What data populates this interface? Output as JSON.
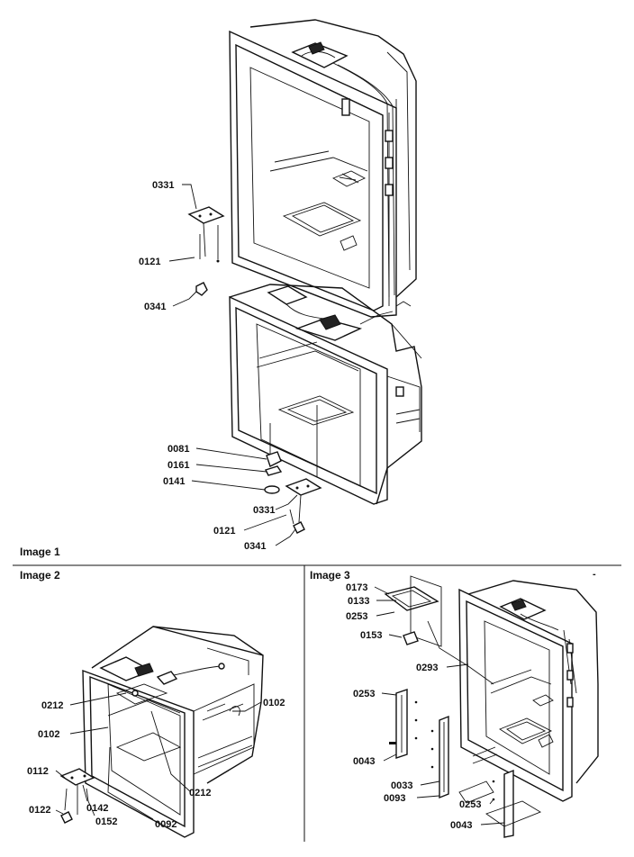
{
  "sections": {
    "image1": "Image 1",
    "image2": "Image 2",
    "image3": "Image 3"
  },
  "image1_labels": {
    "a0331_top": "0331",
    "a0121_top": "0121",
    "a0341_top": "0341",
    "a0081": "0081",
    "a0161": "0161",
    "a0141": "0141",
    "a0331_bot": "0331",
    "a0121_bot": "0121",
    "a0341_bot": "0341"
  },
  "image2_labels": {
    "a0212_left": "0212",
    "a0102_left": "0102",
    "a0102_right": "0102",
    "a0112": "0112",
    "a0122": "0122",
    "a0142": "0142",
    "a0152": "0152",
    "a0092": "0092",
    "a0212_bot": "0212"
  },
  "image3_labels": {
    "a0173": "0173",
    "a0133": "0133",
    "a0253_top": "0253",
    "a0153": "0153",
    "a0293": "0293",
    "a0253_mid": "0253",
    "a0043_left": "0043",
    "a0033": "0033",
    "a0093": "0093",
    "a0253_bot": "0253",
    "a0043_bot": "0043",
    "dash": "-"
  }
}
